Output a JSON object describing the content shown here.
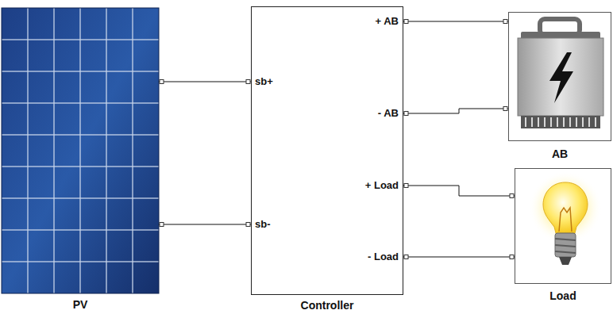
{
  "diagram": {
    "nodes": [
      {
        "text": [
          "PV"
        ]
      },
      {
        "text": [
          "sb+",
          "sb-",
          "+ AB",
          "- AB",
          "+ Load",
          "- Load",
          "Controller"
        ]
      },
      {
        "text": [
          "AB"
        ]
      },
      {
        "text": [
          "Load"
        ]
      }
    ],
    "edges": [
      {
        "from": 0,
        "to": 1,
        "arrow": "none"
      },
      {
        "from": 0,
        "to": 1,
        "arrow": "none"
      },
      {
        "from": 1,
        "to": 2,
        "arrow": "none"
      },
      {
        "from": 1,
        "to": 2,
        "arrow": "none"
      },
      {
        "from": 1,
        "to": 3,
        "arrow": "none"
      },
      {
        "from": 1,
        "to": 3,
        "arrow": "none"
      }
    ]
  }
}
